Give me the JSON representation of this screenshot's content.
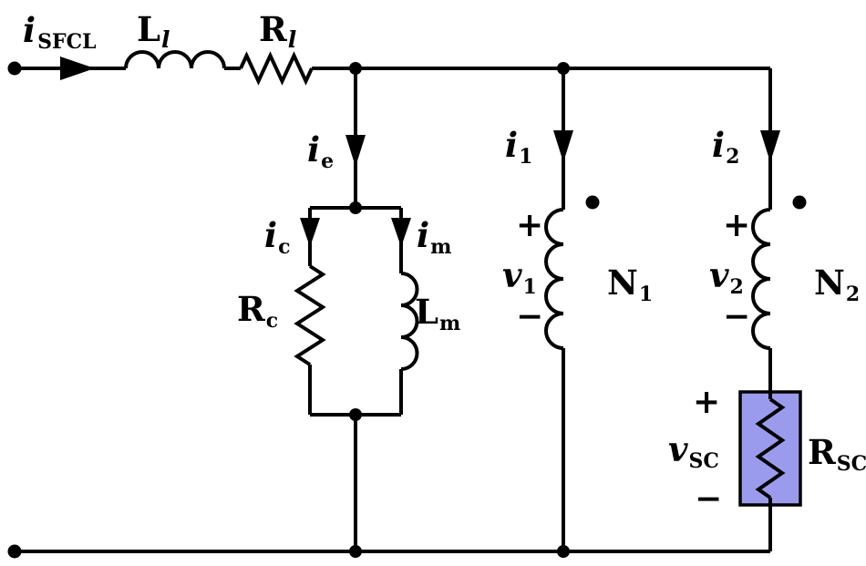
{
  "diagram": {
    "description": "SFCL equivalent circuit schematic",
    "colors": {
      "wire": "#000000",
      "rsc_fill": "#9b9bee",
      "background": "#ffffff"
    },
    "labels": {
      "i_sfcl": {
        "main": "i",
        "sub": "SFCL"
      },
      "l_line": {
        "main": "L",
        "sub": "l"
      },
      "r_line": {
        "main": "R",
        "sub": "l"
      },
      "i_e": {
        "main": "i",
        "sub": "e"
      },
      "i_c": {
        "main": "i",
        "sub": "c"
      },
      "i_m": {
        "main": "i",
        "sub": "m"
      },
      "r_c": {
        "main": "R",
        "sub": "c"
      },
      "l_m": {
        "main": "L",
        "sub": "m"
      },
      "i_1": {
        "main": "i",
        "sub": "1"
      },
      "v_1": {
        "main": "v",
        "sub": "1"
      },
      "n_1": {
        "main": "N",
        "sub": "1"
      },
      "i_2": {
        "main": "i",
        "sub": "2"
      },
      "v_2": {
        "main": "v",
        "sub": "2"
      },
      "n_2": {
        "main": "N",
        "sub": "2"
      },
      "v_sc": {
        "main": "v",
        "sub": "SC"
      },
      "r_sc": {
        "main": "R",
        "sub": "SC"
      },
      "plus": "+",
      "minus": "−"
    }
  }
}
